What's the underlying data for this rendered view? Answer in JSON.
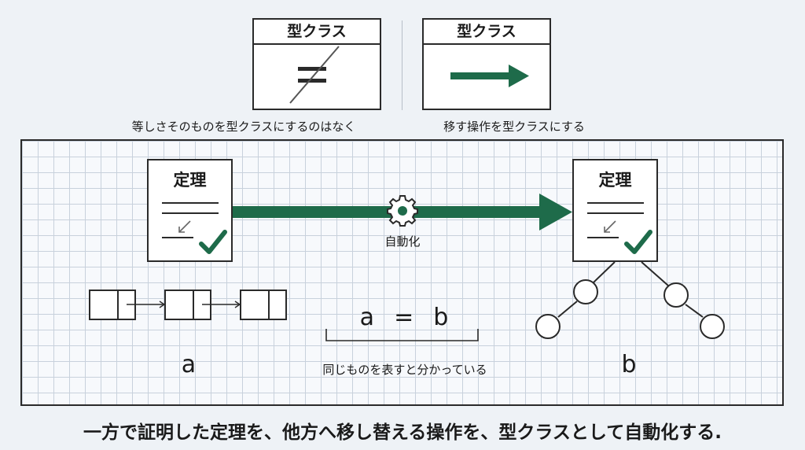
{
  "header": {
    "left_box_title": "型クラス",
    "left_caption": "等しさそのものを型クラスにするのはなく",
    "right_box_title": "型クラス",
    "right_caption": "移す操作を型クラスにする"
  },
  "diagram": {
    "left_doc_title": "定理",
    "right_doc_title": "定理",
    "arrow_label": "自動化",
    "left_label": "a",
    "right_label": "b",
    "equation": "a  =  b",
    "equation_caption": "同じものを表すと分かっている"
  },
  "footer": {
    "summary": "一方で証明した定理を、他方へ移し替える操作を、型クラスとして自動化する."
  },
  "colors": {
    "accent": "#1e6b4a",
    "ink": "#2a2a2a",
    "grid": "#c8d1dc"
  },
  "icons": {
    "not_equal": "not-equal-icon",
    "arrow": "right-arrow-icon",
    "gear": "gear-icon",
    "check": "check-icon"
  }
}
